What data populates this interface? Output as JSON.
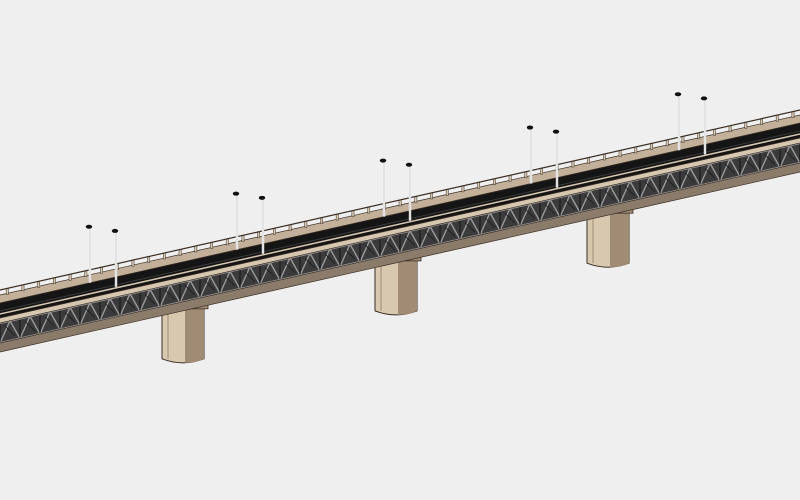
{
  "model": {
    "structure": "truss bridge",
    "pier_count": 3,
    "lamp_post_pairs": 5,
    "truss_panels": 44,
    "railing_posts": 56
  },
  "colors": {
    "background": "#efefef",
    "deck_edge": "#c2b09a",
    "deck_top": "#d6c7b1",
    "road": "#151515",
    "truss": "#1a1a1a",
    "truss_light": "#9a9a9a",
    "girder": "#8b7b6a",
    "pier_light": "#d9c8b0",
    "pier_dark": "#a08b74",
    "outline": "#3a2e24",
    "lamp_pole": "#f4f4f4",
    "lamp_head": "#111111"
  }
}
